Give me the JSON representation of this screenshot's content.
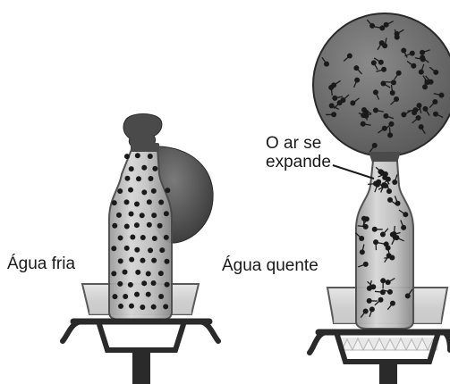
{
  "labels": {
    "cold_water": "Água fria",
    "hot_water": "Água quente",
    "air_expands_line1": "O ar se",
    "air_expands_line2": "expande"
  },
  "colors": {
    "ink": "#1a1a1a",
    "glass": "#c8c8c8",
    "glass_dark": "#8a8a8a",
    "balloon": "#555555",
    "balloon_dark": "#3a3a3a",
    "stand": "#2a2a2a",
    "water": "#d9d9d9",
    "particle": "#1a1a1a"
  },
  "scenes": {
    "left": {
      "state": "cold",
      "balloon": "deflated"
    },
    "right": {
      "state": "hot",
      "balloon": "inflated"
    }
  }
}
